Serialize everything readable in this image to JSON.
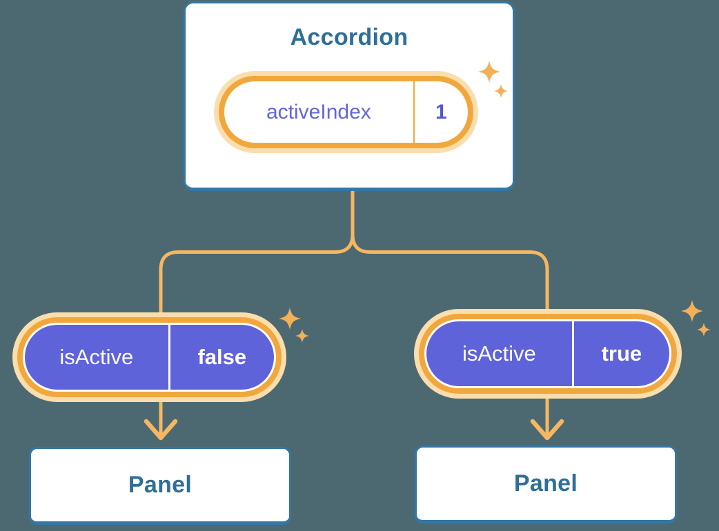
{
  "diagram": {
    "description": "Accordion component tree sharing activeIndex state with two isActive pills feeding Panel components",
    "colors": {
      "background": "#4C6972",
      "box_border": "#3377A6",
      "box_label": "#2F6E98",
      "pill_halo": "#FBDEAD",
      "pill_ring": "#F2A73D",
      "connector_line": "#F5B761",
      "sparkle": "#F4AF59",
      "pill_fill_purple": "#5E63DA",
      "key_text_purple": "#6366DC",
      "white": "#FFFFFF"
    },
    "icons": {
      "sparkle": "4-point-star",
      "arrow_down": "v-chevron"
    }
  },
  "accordion": {
    "title": "Accordion",
    "state": {
      "key": "activeIndex",
      "value": "1"
    }
  },
  "children": [
    {
      "id": "left",
      "state": {
        "key": "isActive",
        "value": "false"
      },
      "panel_label": "Panel"
    },
    {
      "id": "right",
      "state": {
        "key": "isActive",
        "value": "true"
      },
      "panel_label": "Panel"
    }
  ]
}
